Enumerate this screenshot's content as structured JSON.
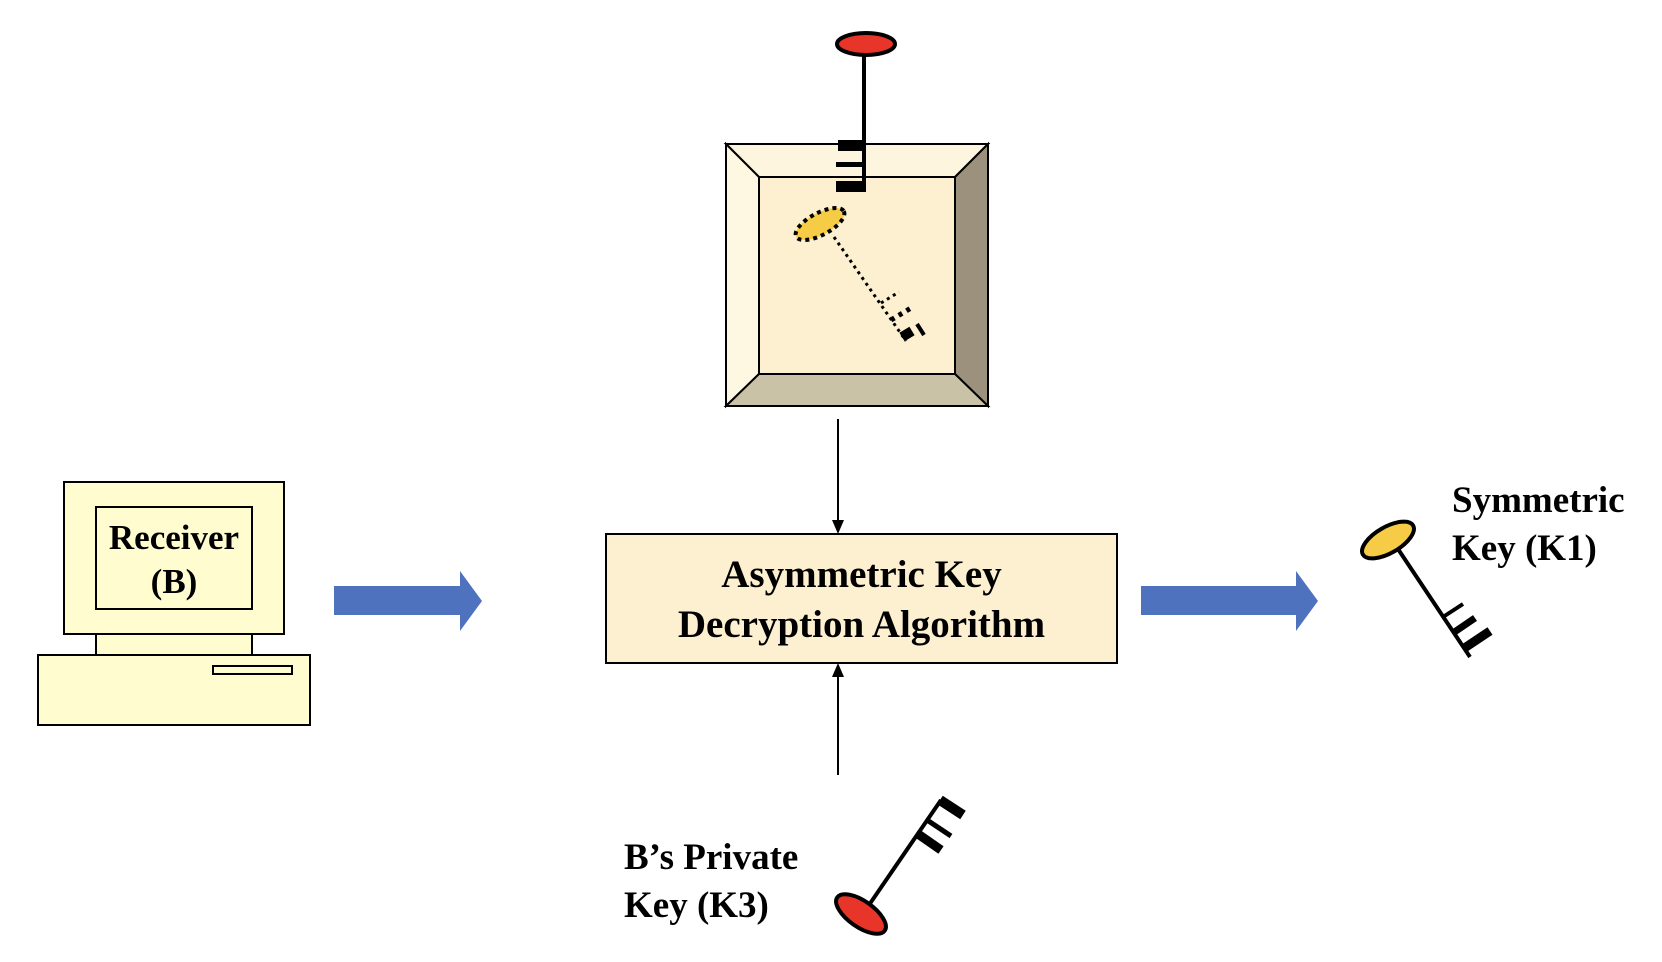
{
  "diagram": {
    "receiver": {
      "line1": "Receiver",
      "line2": "(B)"
    },
    "algorithm": {
      "line1": "Asymmetric Key",
      "line2": "Decryption Algorithm"
    },
    "symmetric_key": {
      "line1": "Symmetric",
      "line2": "Key (K1)"
    },
    "private_key": {
      "line1": "B’s Private",
      "line2": "Key (K3)"
    },
    "colors": {
      "flow_arrow": "#4F72BE",
      "box_fill": "#FCF0D0",
      "computer_fill": "#FFFDD0",
      "private_key_head": "#E8352A",
      "symmetric_key_head": "#F6CB46",
      "safe_bevel_top": "#FDF5DD",
      "safe_bevel_right": "#9C917C",
      "safe_bevel_bottom": "#C9C2A6"
    }
  }
}
